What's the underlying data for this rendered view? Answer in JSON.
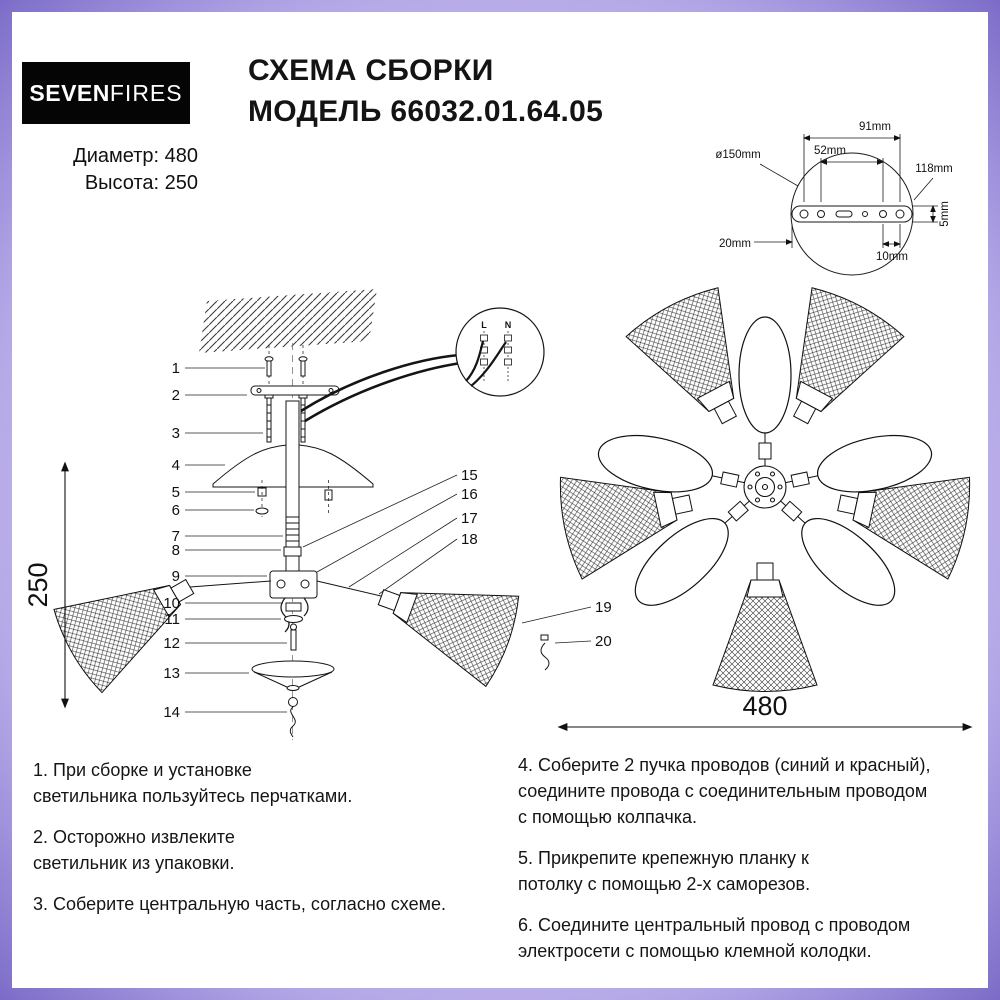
{
  "header": {
    "logo_primary": "SEVEN",
    "logo_secondary": "FIRES",
    "title_line1": "СХЕМА СБОРКИ",
    "title_line2": "МОДЕЛЬ 66032.01.64.05",
    "spec_diameter": "Диаметр: 480",
    "spec_height": "Высота: 250"
  },
  "bracket_detail": {
    "dim_91": "91mm",
    "dim_52": "52mm",
    "dim_d150": "ø150mm",
    "dim_118": "118mm",
    "dim_20": "20mm",
    "dim_10": "10mm",
    "dim_5": "5mm"
  },
  "exploded": {
    "height_dim": "250",
    "terminal_l": "L",
    "terminal_n": "N",
    "labels": [
      "1",
      "2",
      "3",
      "4",
      "5",
      "6",
      "7",
      "8",
      "9",
      "10",
      "11",
      "12",
      "13",
      "14",
      "15",
      "16",
      "17",
      "18",
      "19",
      "20"
    ]
  },
  "top_view": {
    "width_dim": "480"
  },
  "instructions": {
    "left": [
      [
        "1. При сборке и установке",
        "светильника пользуйтесь перчатками."
      ],
      [
        "2. Осторожно извлеките",
        "светильник из упаковки."
      ],
      [
        "3. Соберите центральную часть, согласно схеме."
      ]
    ],
    "right": [
      [
        "4. Соберите 2 пучка проводов (синий и красный),",
        "соедините провода с соединительным проводом",
        "с помощью колпачка."
      ],
      [
        "5. Прикрепите крепежную планку к",
        "потолку с помощью 2-х саморезов."
      ],
      [
        "6. Соедините центральный провод с проводом",
        "электросети с помощью клемной колодки."
      ]
    ]
  }
}
